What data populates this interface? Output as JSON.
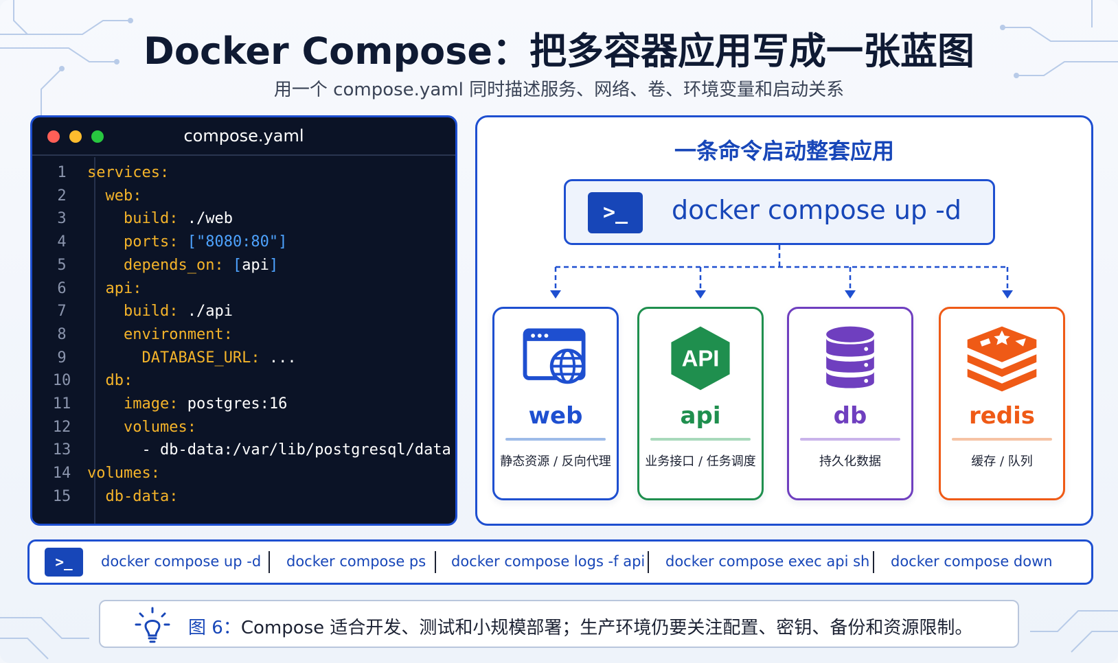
{
  "title": "Docker Compose：把多容器应用写成一张蓝图",
  "subtitle": "用一个 compose.yaml 同时描述服务、网络、卷、环境变量和启动关系",
  "code_panel": {
    "filename": "compose.yaml",
    "lines": [
      {
        "n": "1",
        "parts": [
          {
            "t": "services:",
            "c": "k"
          }
        ]
      },
      {
        "n": "2",
        "parts": [
          {
            "t": "  "
          },
          {
            "t": "web:",
            "c": "k"
          }
        ]
      },
      {
        "n": "3",
        "parts": [
          {
            "t": "    "
          },
          {
            "t": "build:",
            "c": "k"
          },
          {
            "t": " ./web",
            "c": "w"
          }
        ]
      },
      {
        "n": "4",
        "parts": [
          {
            "t": "    "
          },
          {
            "t": "ports:",
            "c": "k"
          },
          {
            "t": " [\"8080:80\"]",
            "c": "s"
          }
        ]
      },
      {
        "n": "5",
        "parts": [
          {
            "t": "    "
          },
          {
            "t": "depends_on:",
            "c": "k"
          },
          {
            "t": " [",
            "c": "s"
          },
          {
            "t": "api",
            "c": "w"
          },
          {
            "t": "]",
            "c": "s"
          }
        ]
      },
      {
        "n": "6",
        "parts": [
          {
            "t": "  "
          },
          {
            "t": "api:",
            "c": "k"
          }
        ]
      },
      {
        "n": "7",
        "parts": [
          {
            "t": "    "
          },
          {
            "t": "build:",
            "c": "k"
          },
          {
            "t": " ./api",
            "c": "w"
          }
        ]
      },
      {
        "n": "8",
        "parts": [
          {
            "t": "    "
          },
          {
            "t": "environment:",
            "c": "k"
          }
        ]
      },
      {
        "n": "9",
        "parts": [
          {
            "t": "      "
          },
          {
            "t": "DATABASE_URL:",
            "c": "k"
          },
          {
            "t": " ...",
            "c": "w"
          }
        ]
      },
      {
        "n": "10",
        "parts": [
          {
            "t": "  "
          },
          {
            "t": "db:",
            "c": "k"
          }
        ]
      },
      {
        "n": "11",
        "parts": [
          {
            "t": "    "
          },
          {
            "t": "image:",
            "c": "k"
          },
          {
            "t": " postgres:16",
            "c": "w"
          }
        ]
      },
      {
        "n": "12",
        "parts": [
          {
            "t": "    "
          },
          {
            "t": "volumes:",
            "c": "k"
          }
        ]
      },
      {
        "n": "13",
        "parts": [
          {
            "t": "      - db-data:/var/lib/postgresql/data",
            "c": "w"
          }
        ]
      },
      {
        "n": "14",
        "parts": [
          {
            "t": "volumes:",
            "c": "k"
          }
        ]
      },
      {
        "n": "15",
        "parts": [
          {
            "t": "  "
          },
          {
            "t": "db-data:",
            "c": "k"
          }
        ]
      }
    ]
  },
  "diagram": {
    "heading": "一条命令启动整套应用",
    "terminal_icon": "terminal-icon",
    "terminal_glyph": ">_",
    "command": "docker compose up -d",
    "services": [
      {
        "name": "web",
        "desc": "静态资源 / 反向代理",
        "color": "#1e4fd0",
        "rule": "#9dbbe8",
        "icon": "browser-globe-icon"
      },
      {
        "name": "api",
        "desc": "业务接口 / 任务调度",
        "color": "#1f8f4e",
        "rule": "#a8d9bb",
        "icon": "api-hexagon-icon",
        "icon_text": "API"
      },
      {
        "name": "db",
        "desc": "持久化数据",
        "color": "#6f3fbf",
        "rule": "#c9b3ea",
        "icon": "database-icon"
      },
      {
        "name": "redis",
        "desc": "缓存 / 队列",
        "color": "#ef5a16",
        "rule": "#f6c3a4",
        "icon": "redis-stack-icon"
      }
    ]
  },
  "command_bar": {
    "icon": "terminal-icon",
    "glyph": ">_",
    "commands": [
      "docker compose up -d",
      "docker compose ps",
      "docker compose logs -f api",
      "docker compose exec api sh",
      "docker compose down"
    ]
  },
  "caption": {
    "icon": "lightbulb-icon",
    "label": "图 6：",
    "text": "Compose 适合开发、测试和小规模部署；生产环境仍要关注配置、密钥、备份和资源限制。"
  },
  "colors": {
    "accent": "#1e4fd0",
    "code_bg": "#0b1326",
    "key": "#f5b42a",
    "string": "#4ea3ff"
  }
}
